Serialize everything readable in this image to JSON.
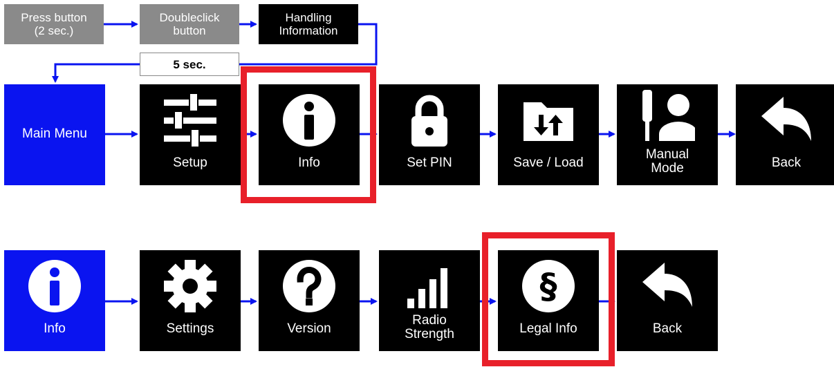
{
  "top_flow": {
    "press_button": "Press button\n(2 sec.)",
    "doubleclick_button": "Doubleclick\nbutton",
    "handling_information": "Handling\nInformation",
    "timeout_label": "5 sec."
  },
  "main_row": {
    "items": [
      {
        "label": "Main Menu",
        "icon": "none"
      },
      {
        "label": "Setup",
        "icon": "sliders-icon"
      },
      {
        "label": "Info",
        "icon": "info-icon"
      },
      {
        "label": "Set PIN",
        "icon": "lock-icon"
      },
      {
        "label": "Save / Load",
        "icon": "folder-transfer-icon"
      },
      {
        "label": "Manual\nMode",
        "icon": "manual-person-icon"
      },
      {
        "label": "Back",
        "icon": "back-arrow-icon"
      }
    ],
    "highlighted": "Info"
  },
  "info_row": {
    "items": [
      {
        "label": "Info",
        "icon": "info-icon"
      },
      {
        "label": "Settings",
        "icon": "gear-icon"
      },
      {
        "label": "Version",
        "icon": "question-icon"
      },
      {
        "label": "Radio\nStrength",
        "icon": "signal-bars-icon"
      },
      {
        "label": "Legal Info",
        "icon": "paragraph-icon"
      },
      {
        "label": "Back",
        "icon": "back-arrow-icon"
      }
    ],
    "highlighted": "Legal Info"
  },
  "colors": {
    "arrow": "#0a14f0",
    "menu_blue": "#0a14f0",
    "highlight": "#e8202a",
    "tile": "#000000",
    "step_gray": "#8a8a8a"
  }
}
